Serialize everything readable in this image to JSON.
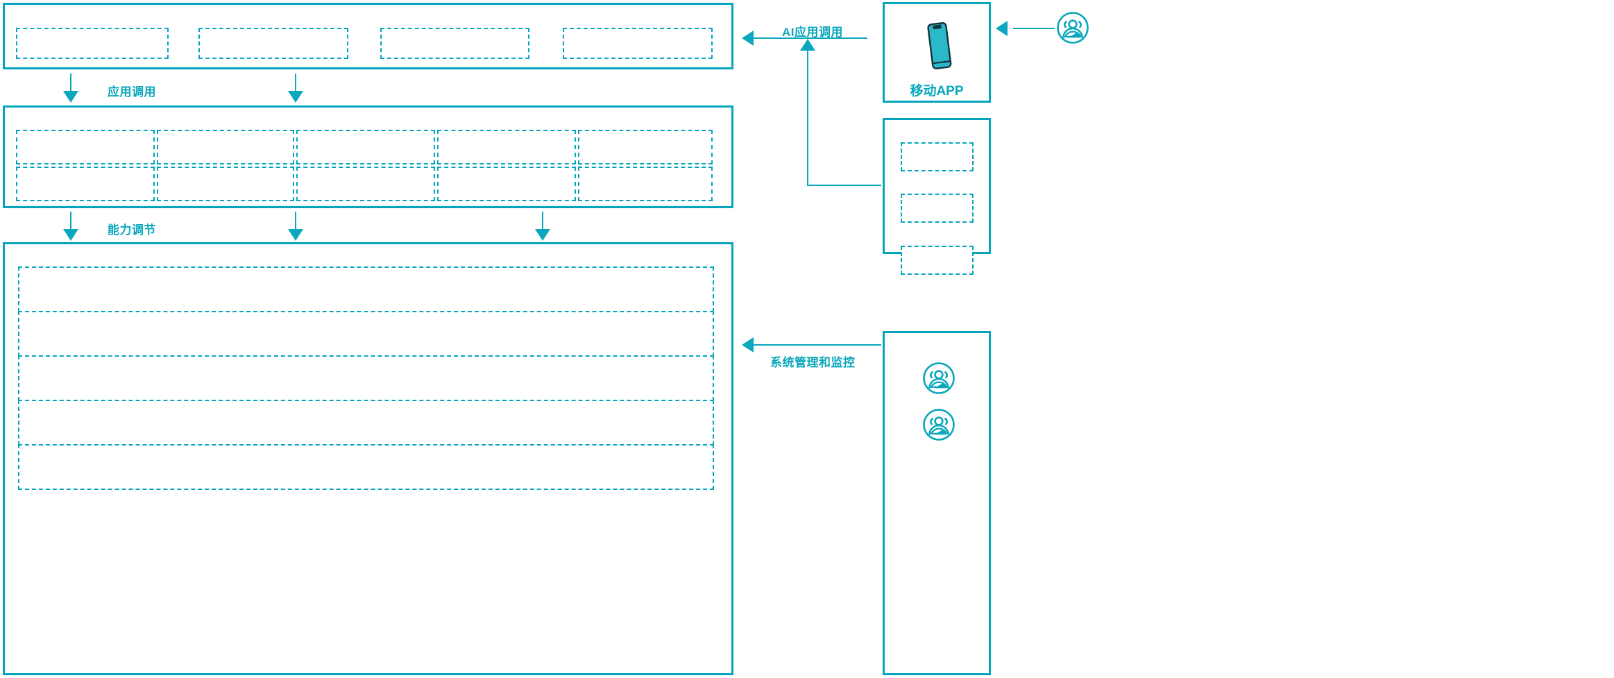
{
  "theme": {
    "accent": "#05a5bd",
    "arrow": "#0aa7bd",
    "background": "#ffffff"
  },
  "architecture": {
    "layers": [
      {
        "name": "application-layer",
        "slots": 4
      },
      {
        "name": "capability-layer",
        "columns": 5,
        "rows": 2
      },
      {
        "name": "platform-layer",
        "rows": 5
      }
    ]
  },
  "flows": {
    "application_call": "应用调用",
    "capability_adjust": "能力调节",
    "ai_application_call": "AI应用调用",
    "system_management_monitor": "系统管理和监控"
  },
  "right_panels": [
    {
      "name": "mobile-app-panel",
      "caption": "移动APP",
      "icon": "smartphone-icon"
    },
    {
      "name": "channel-panel",
      "caption": "",
      "slots": 3
    },
    {
      "name": "operations-panel",
      "caption": "",
      "icons": [
        "user-group-icon",
        "user-group-icon"
      ]
    }
  ],
  "actors": [
    {
      "name": "end-user-actor",
      "icon": "user-group-icon"
    }
  ]
}
